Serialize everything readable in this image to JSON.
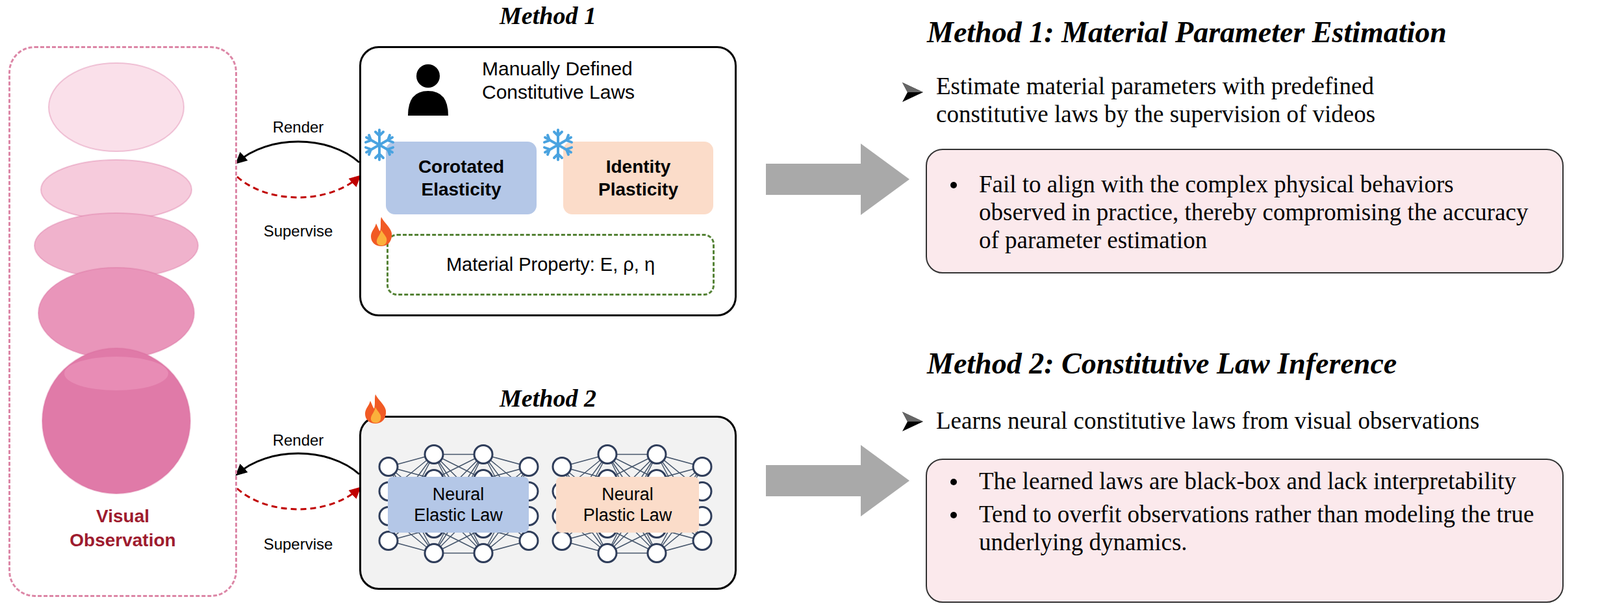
{
  "diagram": {
    "nodes": [
      {
        "text": [
          "Visual Observation"
        ]
      },
      {
        "text": [
          "Method 1",
          "Manually Defined Constitutive Laws"
        ]
      },
      {
        "text": [
          "Corotated Elasticity"
        ],
        "in": 1
      },
      {
        "text": [
          "Identity Plasticity"
        ],
        "in": 1
      },
      {
        "text": [
          "Material Property: E, ρ, η"
        ],
        "in": 1
      },
      {
        "text": [
          "Method 2"
        ]
      },
      {
        "text": [
          "Neural Elastic Law"
        ],
        "in": 5
      },
      {
        "text": [
          "Neural Plastic Law"
        ],
        "in": 5
      },
      {
        "text": [
          "Fail to align with the complex physical behaviors observed in practice, thereby compromising the accuracy of parameter estimation"
        ]
      },
      {
        "text": [
          "The learned laws are black-box and lack interpretability",
          "Tend to overfit observations rather than modeling the true underlying dynamics."
        ]
      }
    ],
    "edges": [
      {
        "from": 1,
        "to": 0,
        "label": "Render",
        "arrow": "to"
      },
      {
        "from": 0,
        "to": 1,
        "label": "Supervise",
        "arrow": "to"
      },
      {
        "from": 5,
        "to": 0,
        "label": "Render",
        "arrow": "to"
      },
      {
        "from": 0,
        "to": 5,
        "label": "Supervise",
        "arrow": "to"
      },
      {
        "from": 1,
        "to": 8,
        "arrow": "to"
      },
      {
        "from": 5,
        "to": 9,
        "arrow": "to"
      }
    ],
    "labels": [
      "Method 1: Material Parameter Estimation",
      "Estimate material parameters with predefined constitutive laws by the supervision of videos",
      "Method 2: Constitutive Law Inference",
      "Learns neural constitutive laws from visual observations"
    ]
  }
}
